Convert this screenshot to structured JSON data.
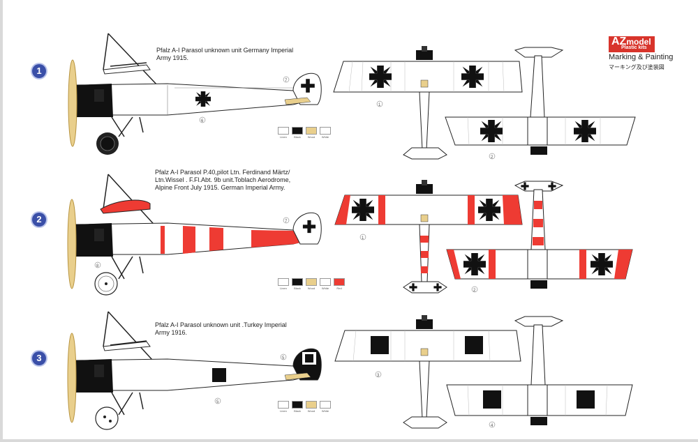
{
  "brand": {
    "logo_main": "AZ",
    "logo_sub": "model",
    "logo_tag": "Plastic kits",
    "title": "Marking & Painting",
    "title_jp": "マーキング及び塗装図"
  },
  "schemes": [
    {
      "number": "1",
      "caption": "Pfalz A-I Parasol  unknown unit Germany Imperial\nArmy 1915.",
      "callouts": [
        "7",
        "6",
        "1",
        "2"
      ],
      "swatches": [
        {
          "label": "Linen",
          "color": "#ffffff"
        },
        {
          "label": "Black",
          "color": "#111111"
        },
        {
          "label": "Wood",
          "color": "#e9cf8c"
        },
        {
          "label": "White",
          "color": "#ffffff"
        }
      ]
    },
    {
      "number": "2",
      "caption": "Pfalz A-I Parasol  P.40,pilot Ltn. Ferdinand Märtz/\nLtn.Wissel . F.Fl.Abt. 9b unit.Toblach Aerodrome,\nAlpine Front July 1915. German Imperial Army.",
      "callouts": [
        "7",
        "8",
        "1",
        "2"
      ],
      "swatches": [
        {
          "label": "Linen",
          "color": "#ffffff"
        },
        {
          "label": "Black",
          "color": "#111111"
        },
        {
          "label": "Wood",
          "color": "#e9cf8c"
        },
        {
          "label": "White",
          "color": "#ffffff"
        },
        {
          "label": "Red",
          "color": "#ee3b33"
        }
      ]
    },
    {
      "number": "3",
      "caption": "Pfalz A-I Parasol  unknown unit .Turkey Imperial\nArmy 1916.",
      "callouts": [
        "5",
        "5",
        "3",
        "4"
      ],
      "swatches": [
        {
          "label": "Linen",
          "color": "#ffffff"
        },
        {
          "label": "Black",
          "color": "#111111"
        },
        {
          "label": "Wood",
          "color": "#e9cf8c"
        },
        {
          "label": "White",
          "color": "#ffffff"
        }
      ]
    }
  ],
  "colors": {
    "accent": "#3a4fa8",
    "brand_red": "#d8342b",
    "stripe_red": "#ee3b33",
    "wood": "#e9cf8c"
  }
}
